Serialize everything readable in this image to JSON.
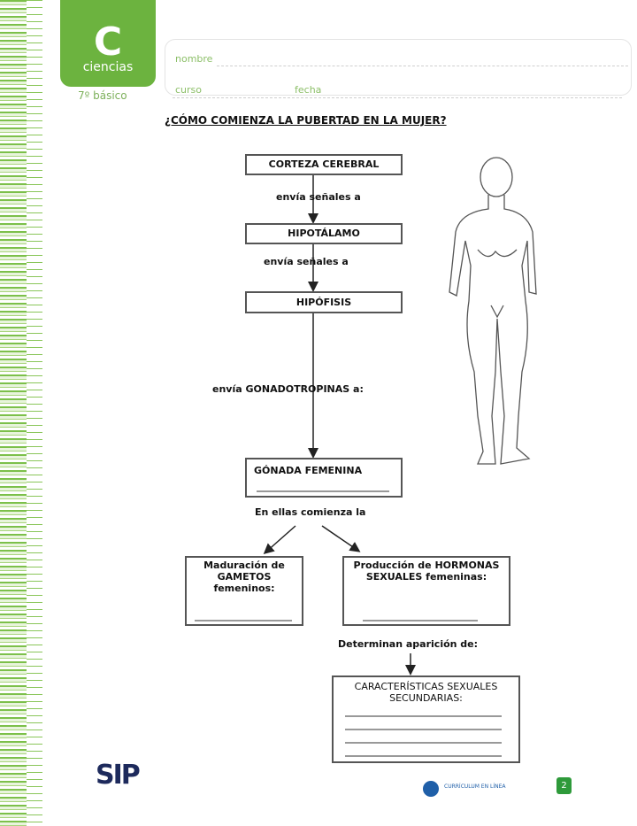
{
  "header": {
    "logo_letter": "C",
    "subject": "ciencias",
    "grade": "7º básico",
    "name_label": "nombre",
    "course_label": "curso",
    "date_label": "fecha"
  },
  "title": "¿CÓMO COMIENZA LA PUBERTAD EN LA MUJER?",
  "flow": {
    "box1": "CORTEZA CEREBRAL",
    "link1": "envía señales a",
    "box2": "HIPOTÁLAMO",
    "link2": "envía señales a",
    "box3": "HIPÓFISIS",
    "link3": "envía GONADOTROPINAS a:",
    "box4": "GÓNADA FEMENINA",
    "link4": "En ellas comienza la",
    "left_box": "Maduración de GAMETOS femeninos:",
    "right_box": "Producción de HORMONAS SEXUALES femeninas:",
    "link5": "Determinan aparición de:",
    "final_box": "CARACTERÍSTICAS SEXUALES SECUNDARIAS:"
  },
  "footer": {
    "sip_logo": "SIP",
    "curriculum_logo": "CURRÍCULUM EN LÍNEA",
    "page_number": "2"
  },
  "colors": {
    "brand_green": "#6cb33f",
    "curriculum_blue": "#1f5fa8"
  }
}
